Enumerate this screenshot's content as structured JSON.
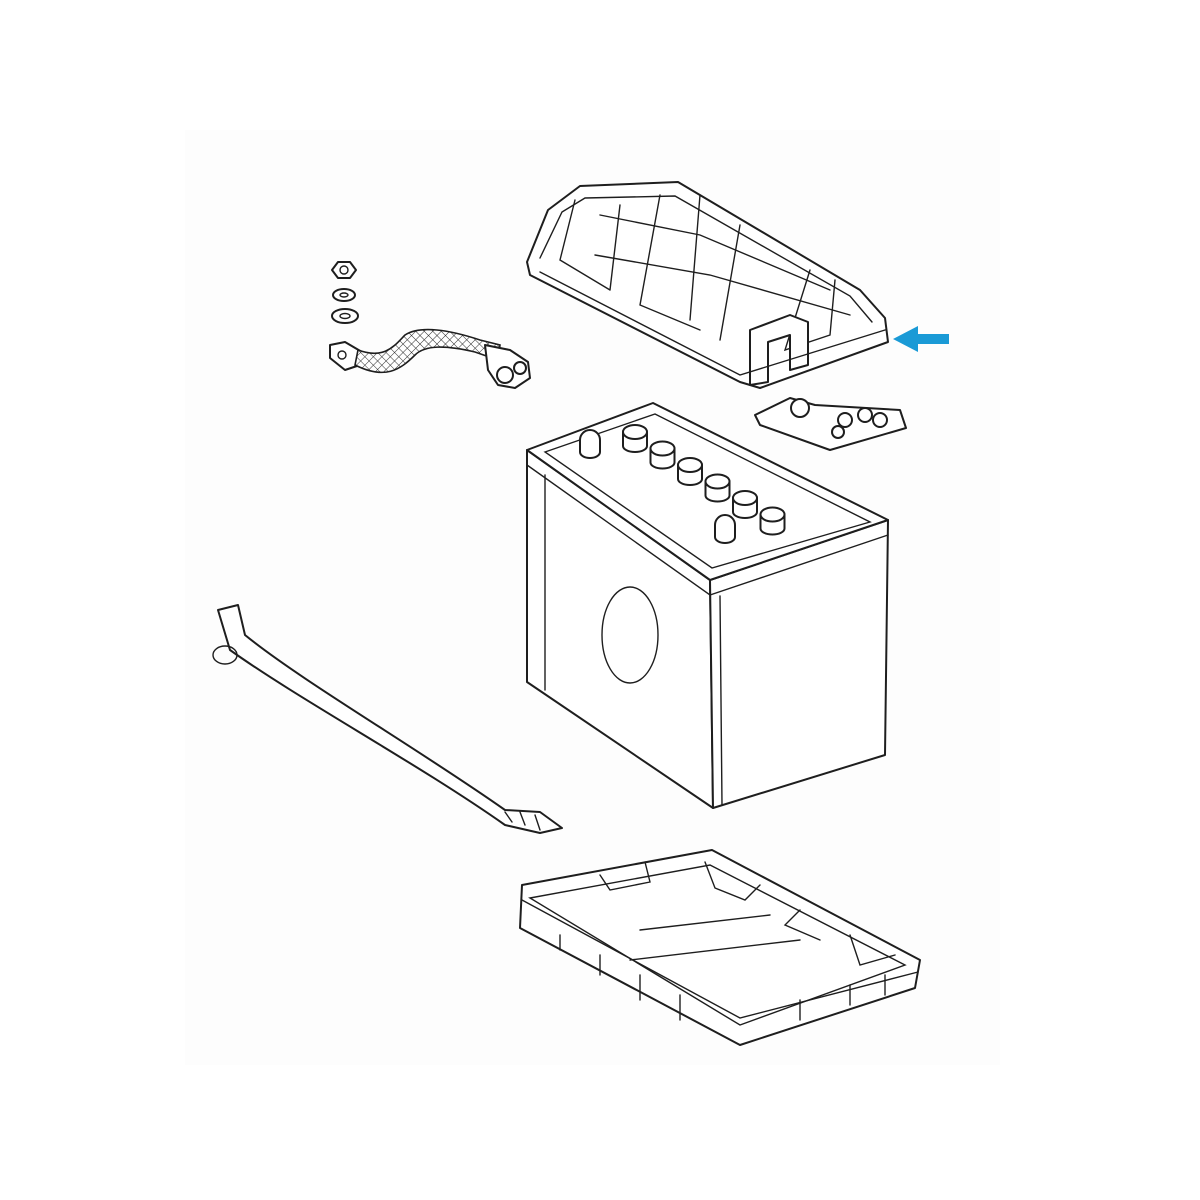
{
  "diagram": {
    "parts": [
      {
        "name": "battery-cover",
        "highlighted": true
      },
      {
        "name": "terminal-clamp"
      },
      {
        "name": "ground-strap"
      },
      {
        "name": "nut"
      },
      {
        "name": "spring-washer"
      },
      {
        "name": "flat-washer"
      },
      {
        "name": "battery"
      },
      {
        "name": "hold-down-strap"
      },
      {
        "name": "battery-tray"
      }
    ],
    "pointer": {
      "icon": "arrow-left-icon",
      "color": "#1a9ad6",
      "target": "battery-cover"
    },
    "line_color": "#1e1e1e",
    "panel_color": "#fdfdfd"
  }
}
